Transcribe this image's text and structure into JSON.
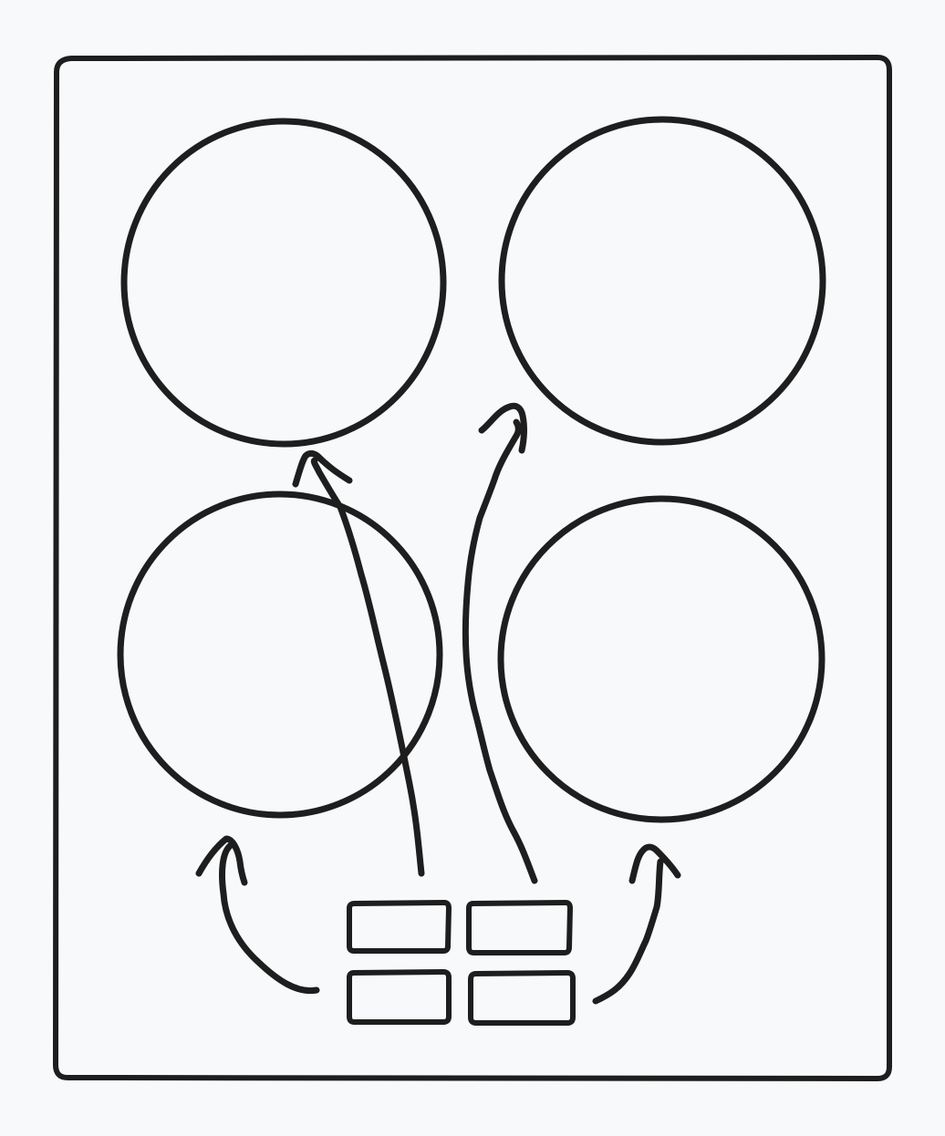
{
  "colors": {
    "background": "#f8f9fb",
    "ink": "#1e1e1e"
  },
  "diagram": {
    "frame": {
      "shape": "rounded-rectangle"
    },
    "circles": [
      {
        "id": "top-left"
      },
      {
        "id": "top-right"
      },
      {
        "id": "bottom-left"
      },
      {
        "id": "bottom-right"
      }
    ],
    "boxes": [
      {
        "id": "box-top-left"
      },
      {
        "id": "box-top-right"
      },
      {
        "id": "box-bottom-left"
      },
      {
        "id": "box-bottom-right"
      }
    ],
    "arrows": [
      {
        "from": "box-bottom-left",
        "to": "bottom-left"
      },
      {
        "from": "box-top-left",
        "to": "top-left"
      },
      {
        "from": "box-top-right",
        "to": "top-right"
      },
      {
        "from": "box-bottom-right",
        "to": "bottom-right"
      }
    ]
  }
}
